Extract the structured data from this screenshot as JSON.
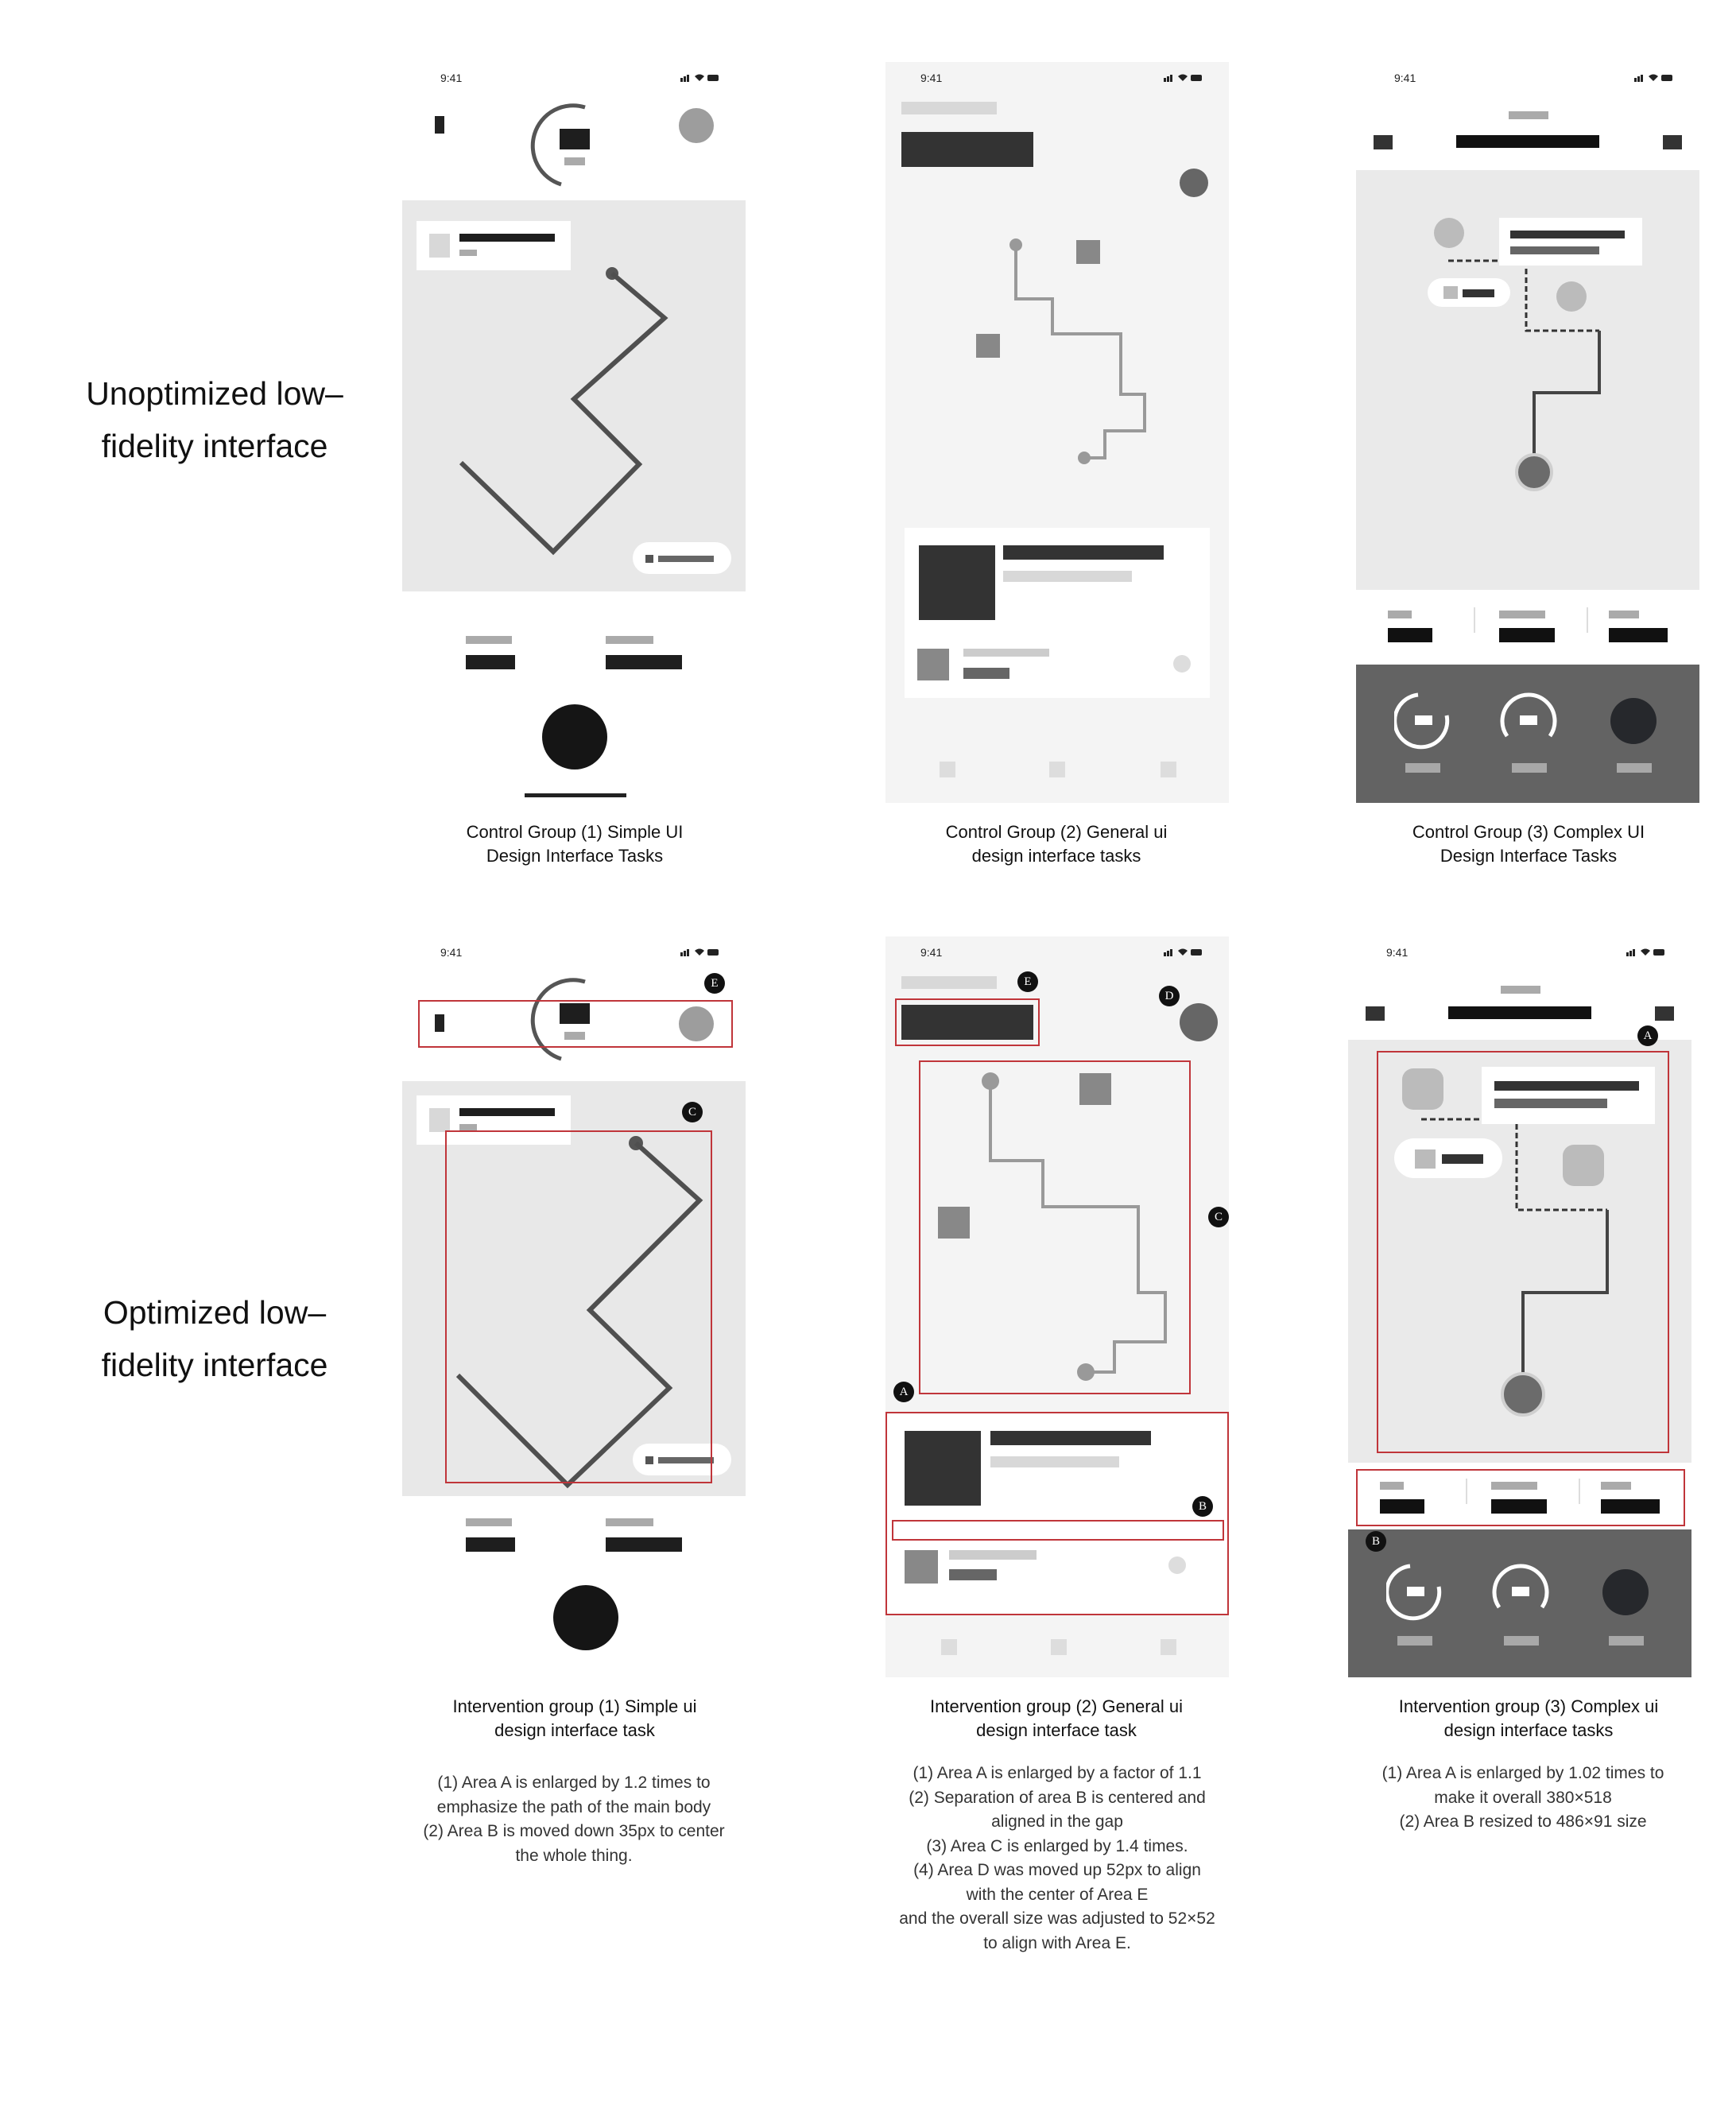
{
  "row_labels": {
    "unoptimized": "Unoptimized low–\nfidelity interface",
    "optimized": "Optimized low–\nfidelity interface"
  },
  "status_time": "9:41",
  "captions": {
    "control_1": "Control Group (1) Simple UI\nDesign Interface Tasks",
    "control_2": "Control Group (2) General ui\ndesign interface tasks",
    "control_3": "Control Group (3) Complex UI\nDesign Interface Tasks",
    "intervention_1": "Intervention group (1) Simple ui\ndesign interface task",
    "intervention_2": "Intervention group (2) General ui\ndesign interface task",
    "intervention_3": "Intervention group (3) Complex ui\ndesign interface tasks"
  },
  "notes": {
    "intervention_1": "(1) Area A is enlarged by 1.2 times to\nemphasize the path of the main body\n(2) Area B is moved down 35px to center\nthe whole thing.",
    "intervention_2": "(1) Area A is enlarged by a factor of 1.1\n(2) Separation of area B is centered and\naligned in the gap\n(3) Area C is enlarged by 1.4 times.\n(4) Area D was moved up 52px to align\nwith the center of Area E\nand the overall size was adjusted to 52×52\nto align with Area E.",
    "intervention_3": "(1) Area A is enlarged by 1.02 times to\nmake it overall 380×518\n(2) Area B resized to 486×91 size"
  },
  "markers": {
    "i1_top": "E",
    "i1_path": "C",
    "i2_e": "E",
    "i2_d": "D",
    "i2_c": "C",
    "i2_a": "A",
    "i2_b": "B",
    "i3_a": "A",
    "i3_b": "B"
  },
  "colors": {
    "highlight_border": "#c0353a",
    "marker_fill": "#111111",
    "dark_panel": "#636363",
    "canvas": "#e8e8e8"
  }
}
